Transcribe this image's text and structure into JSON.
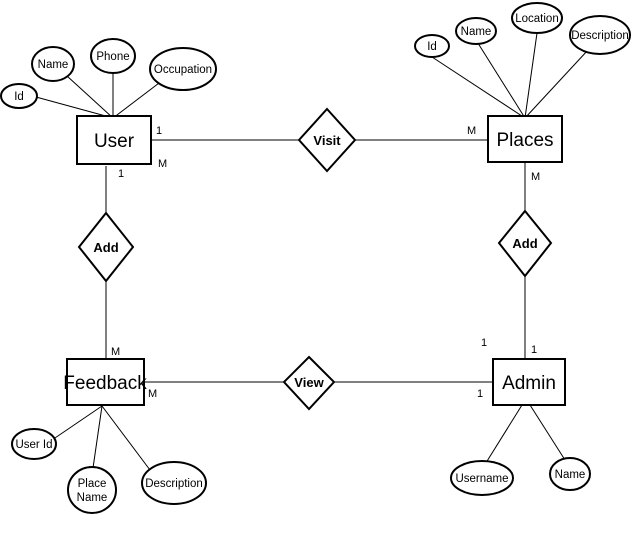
{
  "entities": {
    "user": "User",
    "places": "Places",
    "feedback": "Feedback",
    "admin": "Admin"
  },
  "relationships": {
    "visit": "Visit",
    "add_user": "Add",
    "add_places": "Add",
    "view": "View"
  },
  "attributes": {
    "user_id": "Id",
    "user_name": "Name",
    "user_phone": "Phone",
    "user_occupation": "Occupation",
    "places_id": "Id",
    "places_name": "Name",
    "places_location": "Location",
    "places_description": "Description",
    "feedback_user_id": "User Id",
    "feedback_place_name_1": "Place",
    "feedback_place_name_2": "Name",
    "feedback_description": "Description",
    "admin_username": "Username",
    "admin_name": "Name"
  },
  "cardinalities": {
    "user_visit": "1",
    "places_visit": "M",
    "user_corner": "M",
    "user_add": "1",
    "feedback_add": "M",
    "feedback_view": "M",
    "places_add": "M",
    "admin_add_left": "1",
    "admin_add": "1",
    "admin_view": "1"
  }
}
